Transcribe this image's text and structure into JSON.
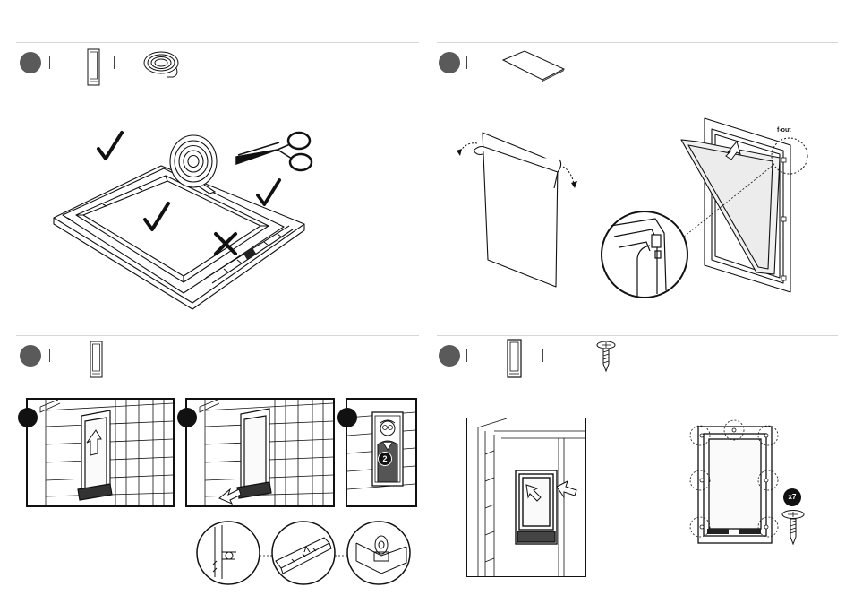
{
  "labels": {
    "popout": "f-out",
    "screw_count": "x7",
    "sub_step_badge": "2"
  },
  "icons": {
    "step1_parts": [
      "window-frame-icon",
      "foam-tape-roll-icon"
    ],
    "step2_parts": [
      "protective-film-sheet-icon"
    ],
    "step3_parts": [
      "window-frame-icon"
    ],
    "step4_parts": [
      "window-frame-icon",
      "screw-icon"
    ]
  },
  "colors": {
    "step_circle": "#5a5a5a",
    "line": "#111111",
    "divider": "#d6d6d6"
  }
}
